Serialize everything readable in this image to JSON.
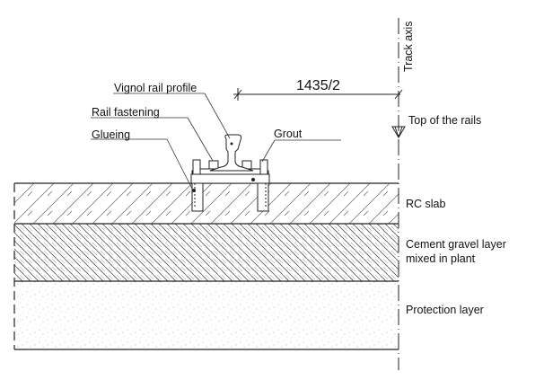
{
  "labels": {
    "track_axis": "Track axis",
    "dimension": "1435/2",
    "top_of_rails": "Top of the rails",
    "vignol_rail_profile": "Vignol rail profile",
    "rail_fastening": "Rail fastening",
    "glueing": "Glueing",
    "grout": "Grout",
    "rc_slab": "RC slab",
    "cement_gravel_line1": "Cement gravel layer",
    "cement_gravel_line2": "mixed in plant",
    "protection_layer": "Protection layer"
  },
  "colors": {
    "line": "#222222",
    "hatch": "#555555",
    "speckle": "#9a9a9a"
  }
}
